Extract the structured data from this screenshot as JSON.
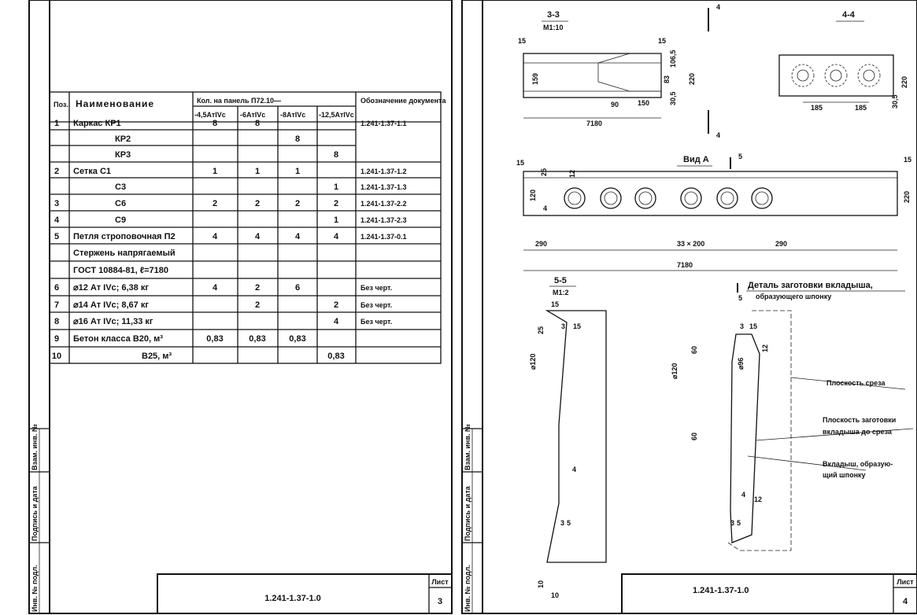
{
  "sheet3": {
    "table": {
      "headers": {
        "pos": "Поз.",
        "name": "Наименование",
        "qty_group": "Кол. на панель П72.10—",
        "qty_cols": [
          "-4,5АтIVс",
          "-6АтIVс",
          "-8АтIVс",
          "-12,5АтIVс"
        ],
        "doc": "Обозначение документа"
      },
      "rows": [
        {
          "pos": "1",
          "name": "Каркас   КР1",
          "q": [
            "8",
            "8",
            "",
            ""
          ],
          "doc": "1.241-1.37-1.1"
        },
        {
          "pos": "",
          "name": "КР2",
          "q": [
            "",
            "",
            "8",
            ""
          ],
          "doc": ""
        },
        {
          "pos": "",
          "name": "КР3",
          "q": [
            "",
            "",
            "",
            "8"
          ],
          "doc": ""
        },
        {
          "pos": "2",
          "name": "Сетка   С1",
          "q": [
            "1",
            "1",
            "1",
            ""
          ],
          "doc": "1.241-1.37-1.2"
        },
        {
          "pos": "",
          "name": "С3",
          "q": [
            "",
            "",
            "",
            "1"
          ],
          "doc": "1.241-1.37-1.3"
        },
        {
          "pos": "3",
          "name": "С6",
          "q": [
            "2",
            "2",
            "2",
            "2"
          ],
          "doc": "1.241-1.37-2.2"
        },
        {
          "pos": "4",
          "name": "С9",
          "q": [
            "",
            "",
            "",
            "1"
          ],
          "doc": "1.241-1.37-2.3"
        },
        {
          "pos": "5",
          "name": "Петля строповочная П2",
          "q": [
            "4",
            "4",
            "4",
            "4"
          ],
          "doc": "1.241-1.37-0.1"
        },
        {
          "pos": "",
          "name": "Стержень напрягаемый",
          "q": [
            "",
            "",
            "",
            ""
          ],
          "doc": ""
        },
        {
          "pos": "",
          "name": "ГОСТ 10884-81, ℓ=7180",
          "q": [
            "",
            "",
            "",
            ""
          ],
          "doc": ""
        },
        {
          "pos": "6",
          "name": "⌀12 Ат IVс;   6,38 кг",
          "q": [
            "4",
            "2",
            "6",
            ""
          ],
          "doc": "Без черт."
        },
        {
          "pos": "7",
          "name": "⌀14 Ат IVс;   8,67 кг",
          "q": [
            "",
            "2",
            "",
            "2"
          ],
          "doc": "Без черт."
        },
        {
          "pos": "8",
          "name": "⌀16 Ат IVс;  11,33 кг",
          "q": [
            "",
            "",
            "",
            "4"
          ],
          "doc": "Без черт."
        },
        {
          "pos": "9",
          "name": "Бетон класса В20, м³",
          "q": [
            "0,83",
            "0,83",
            "0,83",
            ""
          ],
          "doc": ""
        },
        {
          "pos": "10",
          "name": "В25, м³",
          "q": [
            "",
            "",
            "",
            "0,83"
          ],
          "doc": ""
        }
      ]
    },
    "side_labels": [
      "Инв. № подл.",
      "Подпись и дата",
      "Взам. инв. №"
    ],
    "stamp": {
      "code": "1.241-1.37-1.0",
      "sheet_label": "Лист",
      "sheet_no": "3"
    }
  },
  "sheet4": {
    "section33": {
      "title": "3-3",
      "scale": "М1:10",
      "dims": [
        "15",
        "15",
        "159",
        "106,5",
        "83",
        "30,5",
        "220",
        "90",
        "150",
        "7180"
      ],
      "cut": "4"
    },
    "section44": {
      "title": "4-4",
      "dims": [
        "220",
        "30,5",
        "185",
        "185"
      ]
    },
    "view_a": {
      "title": "Вид А",
      "cut": "5",
      "dims": [
        "15",
        "15",
        "25",
        "12",
        "120",
        "4",
        "220",
        "290",
        "33 × 200",
        "290",
        "7180"
      ]
    },
    "section55": {
      "title": "5-5",
      "scale": "М1:2",
      "dims": [
        "15",
        "25",
        "3",
        "15",
        "⌀120",
        "3",
        "5",
        "4",
        "10",
        "10"
      ]
    },
    "detail": {
      "title_line1": "Деталь заготовки вкладыша,",
      "title_line2": "образующего шпонку",
      "dims": [
        "3",
        "15",
        "12",
        "60",
        "⌀120",
        "⌀96",
        "60",
        "4",
        "12",
        "3",
        "5"
      ],
      "callouts": [
        "Плоскость среза",
        "Плоскость заготовки",
        "вкладыша до среза",
        "Вкладыш, образую-",
        "щий шпонку"
      ]
    },
    "side_labels": [
      "Инв. № подл.",
      "Подпись и дата",
      "Взам. инв. №"
    ],
    "stamp": {
      "code": "1.241-1.37-1.0",
      "sheet_label": "Лист",
      "sheet_no": "4"
    }
  }
}
